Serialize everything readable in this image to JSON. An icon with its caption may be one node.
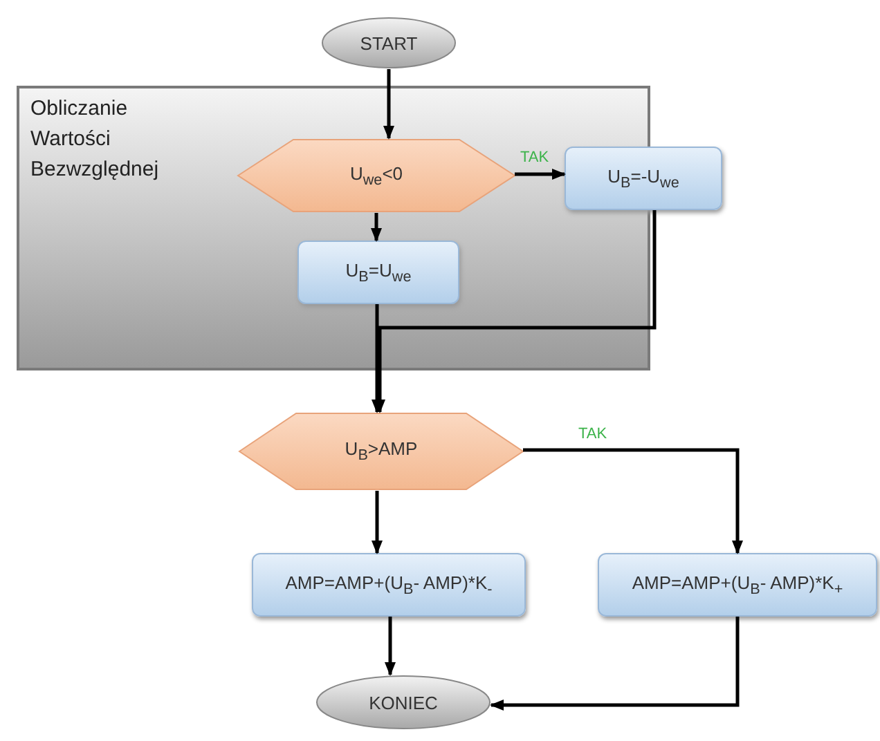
{
  "diagram": {
    "nodes": [
      {
        "text": [
          "START"
        ]
      },
      {
        "text": [
          "Obliczanie Wartości Bezwzględnej"
        ]
      },
      {
        "text": [
          "U$_{we}$<0"
        ],
        "in": 1
      },
      {
        "text": [
          "U$_{B}$=-U$_{we}$"
        ]
      },
      {
        "text": [
          "U$_{B}$=U$_{we}$"
        ],
        "in": 1
      },
      {
        "text": [
          "U$_{B}$>AMP"
        ]
      },
      {
        "text": [
          "AMP=AMP+(U$_{B}$- AMP)*K$_{-}$"
        ]
      },
      {
        "text": [
          "AMP=AMP+(U$_{B}$- AMP)*K$_{+}$"
        ]
      },
      {
        "text": [
          "KONIEC"
        ]
      }
    ],
    "edges": [
      {
        "from": 0,
        "to": 2,
        "arrow": "to"
      },
      {
        "from": 2,
        "to": 3,
        "arrow": "to",
        "label": "TAK"
      },
      {
        "from": 2,
        "to": 4,
        "arrow": "to"
      },
      {
        "from": 4,
        "to": 5,
        "arrow": "to"
      },
      {
        "from": 3,
        "to": 5,
        "arrow": "to"
      },
      {
        "from": 5,
        "to": 6,
        "arrow": "to"
      },
      {
        "from": 5,
        "to": 7,
        "arrow": "to",
        "label": "TAK"
      },
      {
        "from": 6,
        "to": 8,
        "arrow": "to"
      },
      {
        "from": 7,
        "to": 8,
        "arrow": "to"
      }
    ]
  }
}
